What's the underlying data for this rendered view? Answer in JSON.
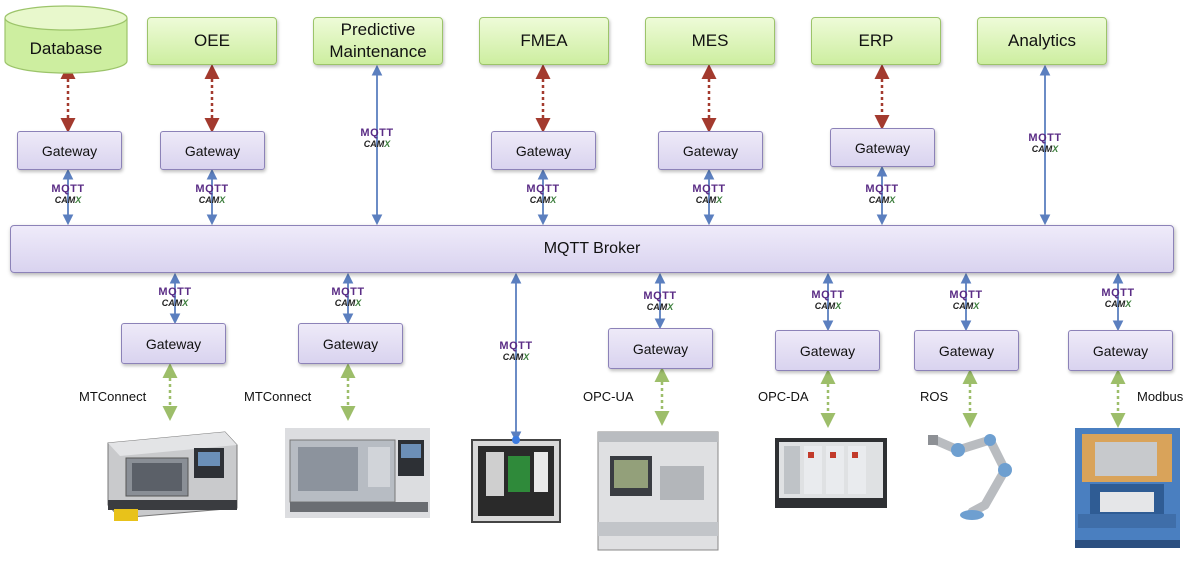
{
  "applications": {
    "database": "Database",
    "oee": "OEE",
    "predictive_line1": "Predictive",
    "predictive_line2": "Maintenance",
    "fmea": "FMEA",
    "mes": "MES",
    "erp": "ERP",
    "analytics": "Analytics"
  },
  "broker_label": "MQTT Broker",
  "gateway_label": "Gateway",
  "mqtt_logo": {
    "top": "MQTT",
    "bottom_prefix": "CAM",
    "bottom_suffix": "X"
  },
  "protocols": {
    "mtconnect1": "MTConnect",
    "mtconnect2": "MTConnect",
    "opcua": "OPC-UA",
    "opcda": "OPC-DA",
    "ros": "ROS",
    "modbus": "Modbus"
  },
  "devices": [
    "cnc-lathe-1",
    "cnc-lathe-2",
    "sensor-enclosure",
    "plc-controller",
    "plc-rack",
    "robot-arm",
    "stamping-press"
  ],
  "colors": {
    "app_fill": "#cdeea0",
    "gateway_fill": "#d9d3ef",
    "mqtt_arrow": "#5b7fbf",
    "db_arrow": "#a33a2e",
    "device_arrow": "#9dbe6a"
  }
}
